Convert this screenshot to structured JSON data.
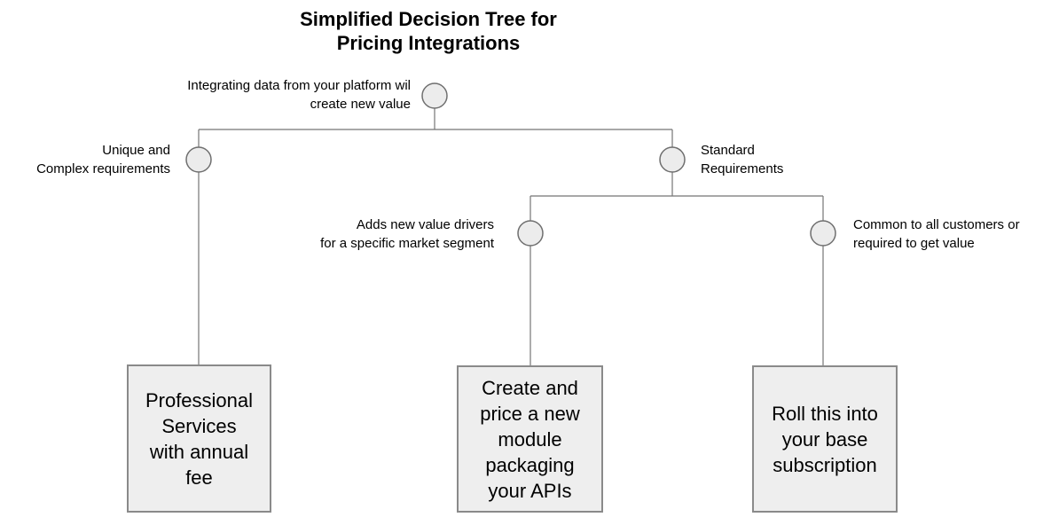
{
  "title": "Simplified Decision Tree for\nPricing Integrations",
  "tree": {
    "root": {
      "label": "Integrating data from your platform wil\ncreate new value"
    },
    "branches": [
      {
        "label": "Unique and\nComplex requirements"
      },
      {
        "label": "Standard\nRequirements"
      }
    ],
    "standard_sub_branches": [
      {
        "label": "Adds new value drivers\nfor a specific market segment"
      },
      {
        "label": "Common to all customers or\nrequired to get value"
      }
    ],
    "outcomes": [
      {
        "label": "Professional\nServices\nwith annual\nfee"
      },
      {
        "label": "Create and\nprice a new\nmodule\npackaging\nyour APIs"
      },
      {
        "label": "Roll this into\nyour base\nsubscription"
      }
    ]
  },
  "colors": {
    "background": "#ffffff",
    "line": "#757575",
    "node_fill": "#ececec",
    "node_stroke": "#6f6f6f",
    "box_fill": "#eeeeee",
    "box_border": "#8a8a8a",
    "text": "#000000"
  }
}
